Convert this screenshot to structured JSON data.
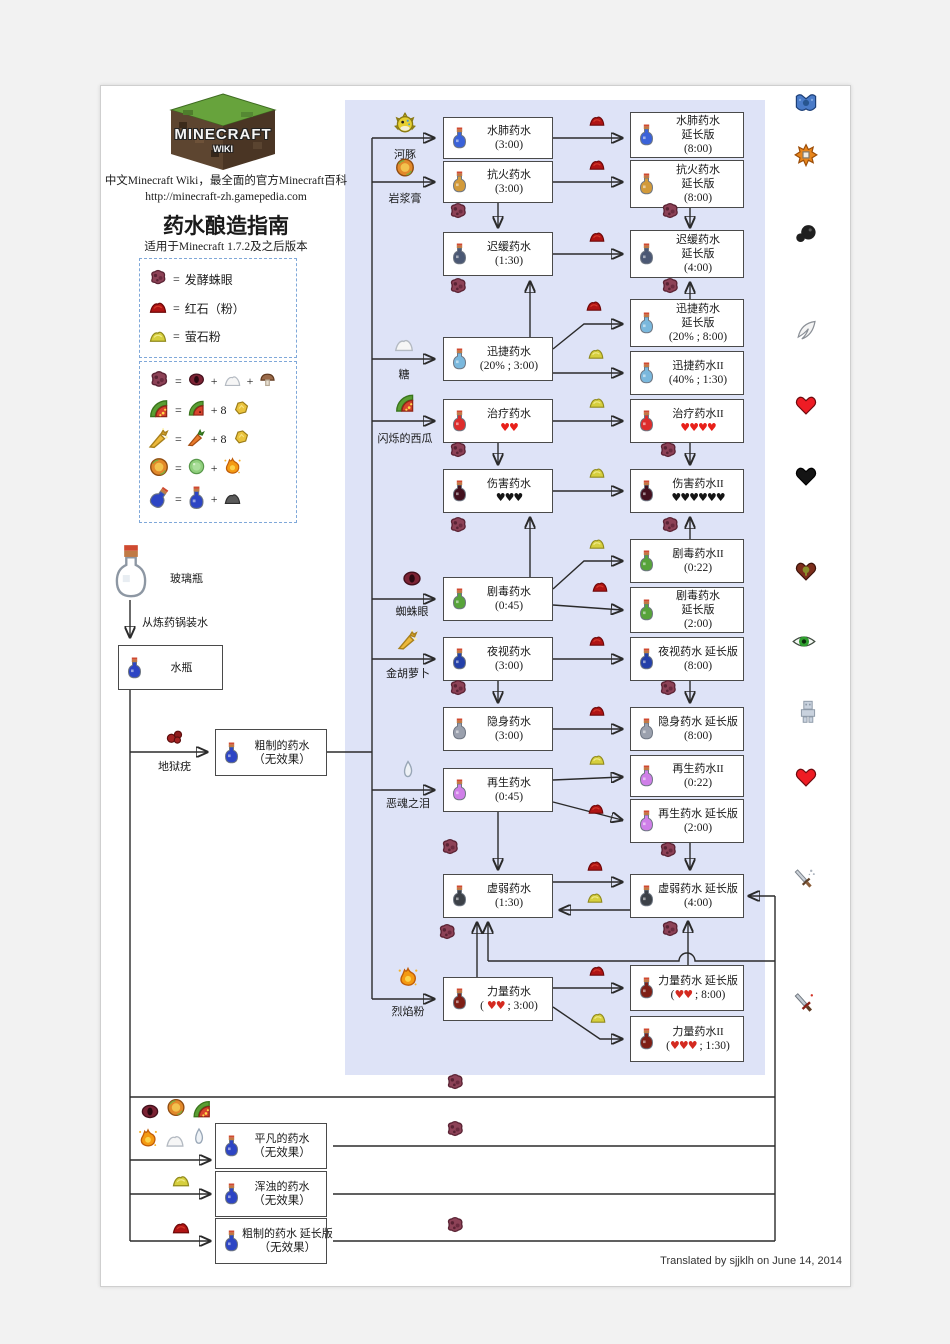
{
  "header": {
    "logo_main": "MINECRAFT",
    "logo_sub": "WIKI",
    "wiki_line": "中文Minecraft Wiki，最全面的官方Minecraft百科",
    "url": "http://minecraft-zh.gamepedia.com",
    "title": "药水酿造指南",
    "subtitle": "适用于Minecraft 1.7.2及之后版本"
  },
  "legend_items": [
    {
      "icon": "fermented-spider-eye",
      "label": "发酵蛛眼"
    },
    {
      "icon": "redstone",
      "label": "红石（粉）"
    },
    {
      "icon": "glowstone",
      "label": "萤石粉"
    }
  ],
  "legend_recipes": [
    {
      "result": "fermented-spider-eye",
      "terms": [
        {
          "pre": "=",
          "icon": "spider-eye"
        },
        {
          "pre": "+",
          "icon": "sugar"
        },
        {
          "pre": "+",
          "icon": "mushroom"
        }
      ]
    },
    {
      "result": "glistering-melon",
      "terms": [
        {
          "pre": "=",
          "icon": "melon"
        },
        {
          "pre": "+ 8",
          "icon": "gold-nugget"
        }
      ]
    },
    {
      "result": "golden-carrot",
      "terms": [
        {
          "pre": "=",
          "icon": "carrot"
        },
        {
          "pre": "+ 8",
          "icon": "gold-nugget"
        }
      ]
    },
    {
      "result": "magma-cream",
      "terms": [
        {
          "pre": "=",
          "icon": "slimeball"
        },
        {
          "pre": "+",
          "icon": "blaze-powder"
        }
      ]
    },
    {
      "result": "splash-potion",
      "terms": [
        {
          "pre": "=",
          "icon": "potion"
        },
        {
          "pre": "+",
          "icon": "gunpowder"
        }
      ]
    }
  ],
  "start": {
    "glass_bottle": "玻璃瓶",
    "fill_label": "从炼药锅装水",
    "nether_wart": "地狱疣"
  },
  "left_potions": [
    {
      "id": "water-bottle",
      "name": "水瓶",
      "sub": [],
      "color": "#2d45c4"
    },
    {
      "id": "awkward",
      "name": "粗制的药水",
      "sub": [
        {
          "t": "（无效果）"
        }
      ],
      "color": "#2d45c4"
    }
  ],
  "ingredients": [
    {
      "id": "pufferfish",
      "icon": "pufferfish",
      "label": "河豚"
    },
    {
      "id": "magma-cream",
      "icon": "magma-cream",
      "label": "岩浆膏"
    },
    {
      "id": "sugar",
      "icon": "sugar",
      "label": "糖"
    },
    {
      "id": "glistering-melon",
      "icon": "glistering-melon",
      "label": "闪烁的西瓜"
    },
    {
      "id": "spider-eye",
      "icon": "spider-eye",
      "label": "蜘蛛眼"
    },
    {
      "id": "golden-carrot",
      "icon": "golden-carrot",
      "label": "金胡萝卜"
    },
    {
      "id": "ghast-tear",
      "icon": "ghast-tear",
      "label": "恶魂之泪"
    },
    {
      "id": "blaze-powder",
      "icon": "blaze-powder",
      "label": "烈焰粉"
    }
  ],
  "middle_potions": [
    {
      "id": "water-breathing",
      "name": "水肺药水",
      "sub": [
        {
          "t": "(3:00)"
        }
      ],
      "color": "#3a62d9"
    },
    {
      "id": "fire-resistance",
      "name": "抗火药水",
      "sub": [
        {
          "t": "(3:00)"
        }
      ],
      "color": "#d29a3a"
    },
    {
      "id": "slowness",
      "name": "迟缓药水",
      "sub": [
        {
          "t": "(1:30)"
        }
      ],
      "color": "#4b5874"
    },
    {
      "id": "swiftness",
      "name": "迅捷药水",
      "sub": [
        {
          "t": "(20% ; 3:00)"
        }
      ],
      "color": "#7ab8dd"
    },
    {
      "id": "healing",
      "name": "治疗药水",
      "sub": [
        {
          "h": 2,
          "c": "#e8201a"
        }
      ],
      "color": "#dd2c2c"
    },
    {
      "id": "harming",
      "name": "伤害药水",
      "sub": [
        {
          "h": 3,
          "c": "#151515"
        }
      ],
      "color": "#43111f"
    },
    {
      "id": "poison",
      "name": "剧毒药水",
      "sub": [
        {
          "t": "(0:45)"
        }
      ],
      "color": "#57a33a"
    },
    {
      "id": "night-vision",
      "name": "夜视药水",
      "sub": [
        {
          "t": "(3:00)"
        }
      ],
      "color": "#2440a8"
    },
    {
      "id": "invisibility",
      "name": "隐身药水",
      "sub": [
        {
          "t": "(3:00)"
        }
      ],
      "color": "#9aa0ad"
    },
    {
      "id": "regeneration",
      "name": "再生药水",
      "sub": [
        {
          "t": "(0:45)"
        }
      ],
      "color": "#cf7fe8"
    },
    {
      "id": "weakness",
      "name": "虚弱药水",
      "sub": [
        {
          "t": "(1:30)"
        }
      ],
      "color": "#3c4148"
    },
    {
      "id": "strength",
      "name": "力量药水",
      "sub": [
        {
          "t": "( "
        },
        {
          "h": 2,
          "c": "#d42a20"
        },
        {
          "t": " ; 3:00)"
        }
      ],
      "color": "#7e1f16"
    }
  ],
  "right_potions": [
    {
      "id": "water-breathing-ext",
      "name": "水肺药水",
      "name2": "延长版",
      "sub": [
        {
          "t": "(8:00)"
        }
      ],
      "color": "#3a62d9"
    },
    {
      "id": "fire-resistance-ext",
      "name": "抗火药水",
      "name2": "延长版",
      "sub": [
        {
          "t": "(8:00)"
        }
      ],
      "color": "#d29a3a"
    },
    {
      "id": "slowness-ext",
      "name": "迟缓药水",
      "name2": "延长版",
      "sub": [
        {
          "t": "(4:00)"
        }
      ],
      "color": "#4b5874"
    },
    {
      "id": "swiftness-ext",
      "name": "迅捷药水",
      "name2": "延长版",
      "sub": [
        {
          "t": "(20% ; 8:00)"
        }
      ],
      "color": "#7ab8dd"
    },
    {
      "id": "swiftness-2",
      "name": "迅捷药水II",
      "sub": [
        {
          "t": "(40% ; 1:30)"
        }
      ],
      "color": "#7ab8dd"
    },
    {
      "id": "healing-2",
      "name": "治疗药水II",
      "sub": [
        {
          "h": 4,
          "c": "#e8201a"
        }
      ],
      "color": "#dd2c2c"
    },
    {
      "id": "harming-2",
      "name": "伤害药水II",
      "sub": [
        {
          "h": 6,
          "c": "#151515"
        }
      ],
      "color": "#43111f"
    },
    {
      "id": "poison-2",
      "name": "剧毒药水II",
      "sub": [
        {
          "t": "(0:22)"
        }
      ],
      "color": "#57a33a"
    },
    {
      "id": "poison-ext",
      "name": "剧毒药水",
      "name2": "延长版",
      "sub": [
        {
          "t": "(2:00)"
        }
      ],
      "color": "#57a33a"
    },
    {
      "id": "night-vision-ext",
      "name": "夜视药水 延长版",
      "sub": [
        {
          "t": "(8:00)"
        }
      ],
      "color": "#2440a8"
    },
    {
      "id": "invisibility-ext",
      "name": "隐身药水 延长版",
      "sub": [
        {
          "t": "(8:00)"
        }
      ],
      "color": "#9aa0ad"
    },
    {
      "id": "regeneration-2",
      "name": "再生药水II",
      "sub": [
        {
          "t": "(0:22)"
        }
      ],
      "color": "#cf7fe8"
    },
    {
      "id": "regeneration-ext",
      "name": "再生药水 延长版",
      "sub": [
        {
          "t": "(2:00)"
        }
      ],
      "color": "#cf7fe8"
    },
    {
      "id": "weakness-ext",
      "name": "虚弱药水 延长版",
      "sub": [
        {
          "t": "(4:00)"
        }
      ],
      "color": "#3c4148"
    },
    {
      "id": "strength-ext",
      "name": "力量药水 延长版",
      "sub": [
        {
          "t": "("
        },
        {
          "h": 2,
          "c": "#d42a20"
        },
        {
          "t": " ; 8:00)"
        }
      ],
      "color": "#7e1f16"
    },
    {
      "id": "strength-2",
      "name": "力量药水II",
      "sub": [
        {
          "t": "("
        },
        {
          "h": 3,
          "c": "#d42a20"
        },
        {
          "t": " ; 1:30)"
        }
      ],
      "color": "#7e1f16"
    }
  ],
  "bottom_potions": [
    {
      "id": "mundane",
      "name": "平凡的药水",
      "sub": [
        {
          "t": "（无效果）"
        }
      ],
      "color": "#2d45c4"
    },
    {
      "id": "thick",
      "name": "浑浊的药水",
      "sub": [
        {
          "t": "（无效果）"
        }
      ],
      "color": "#2d45c4"
    },
    {
      "id": "mundane-ext",
      "name": "粗制的药水 延长版",
      "sub": [
        {
          "t": "（无效果）"
        }
      ],
      "color": "#2d45c4"
    }
  ],
  "bottom_cluster_icons": [
    "spider-eye",
    "magma-cream",
    "glistering-melon",
    "blaze-powder",
    "sugar",
    "ghast-tear"
  ],
  "connectors": {
    "extend_icon": "redstone",
    "upgrade_icon": "glowstone",
    "corrupt_icon": "fermented-spider-eye"
  },
  "effects": [
    {
      "id": "water-breathing",
      "icon": "effect-water-breathing"
    },
    {
      "id": "fire-resistance",
      "icon": "effect-fire-resistance"
    },
    {
      "id": "slowness",
      "icon": "effect-slowness"
    },
    {
      "id": "swiftness",
      "icon": "effect-swiftness"
    },
    {
      "id": "healing",
      "icon": "effect-heart-red"
    },
    {
      "id": "harming",
      "icon": "effect-heart-black"
    },
    {
      "id": "poison",
      "icon": "effect-heart-poison"
    },
    {
      "id": "night-vision",
      "icon": "effect-eye"
    },
    {
      "id": "invisibility",
      "icon": "effect-invisibility"
    },
    {
      "id": "regeneration",
      "icon": "effect-heart-red"
    },
    {
      "id": "weakness",
      "icon": "effect-weak-sword"
    },
    {
      "id": "strength",
      "icon": "effect-str-sword"
    }
  ],
  "footer": "Translated by sjjklh on June 14, 2014"
}
